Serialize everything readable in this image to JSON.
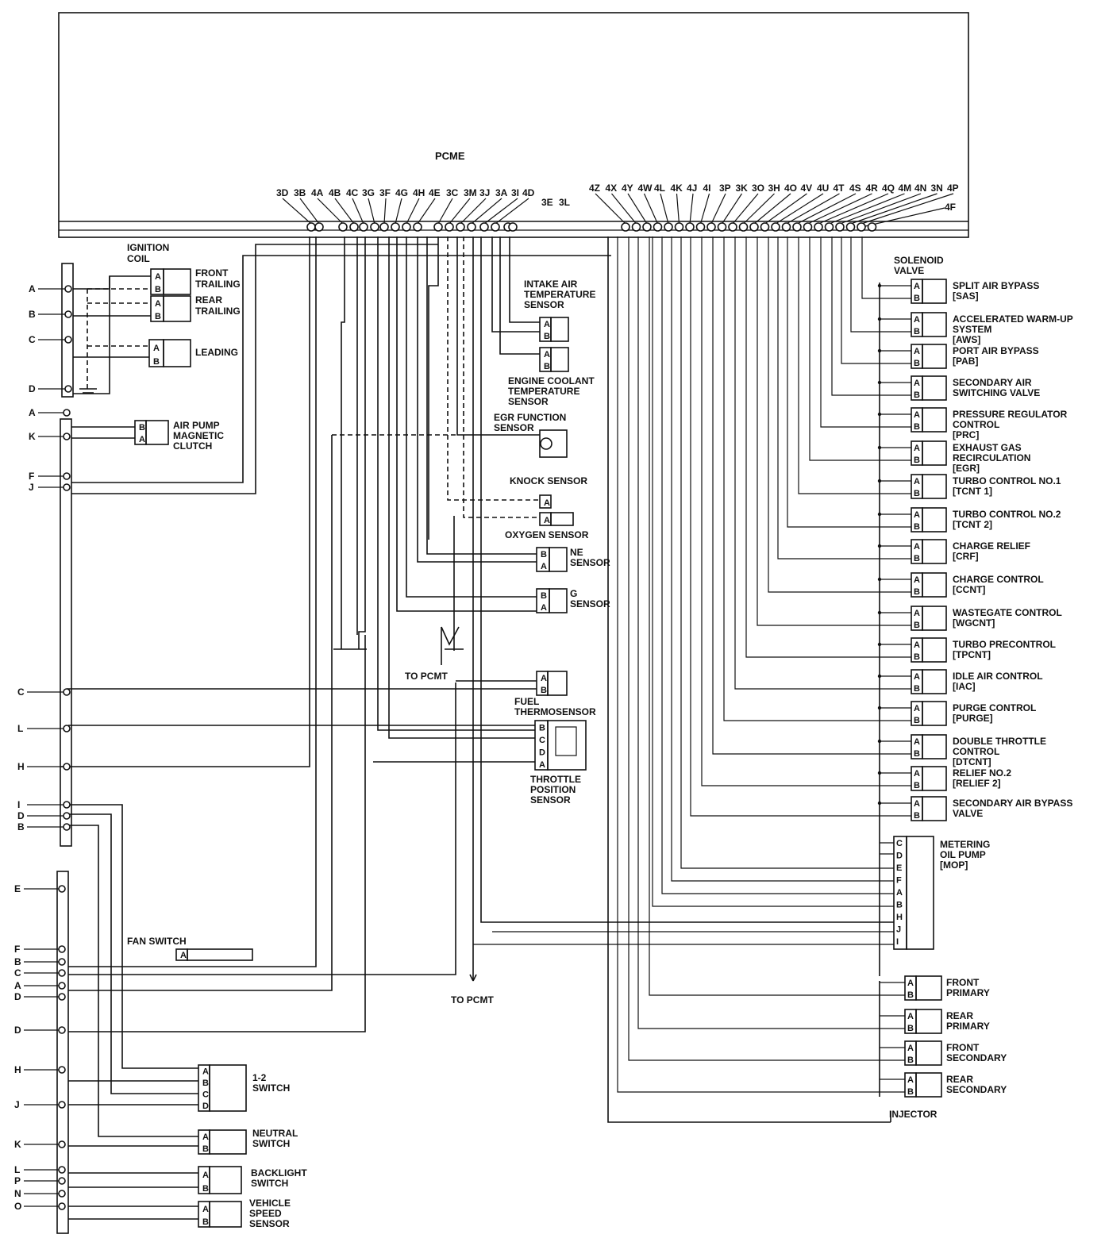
{
  "title": "PCME",
  "pins_left_upper": [
    "3D",
    "3B",
    "4A",
    "4B",
    "4C",
    "3G",
    "3F",
    "4G",
    "4H",
    "4E",
    "3C",
    "3M",
    "3J",
    "3A",
    "3I",
    "4D"
  ],
  "pins_left_lower": [
    "3E",
    "3L"
  ],
  "pins_right_upper": [
    "4Z",
    "4X",
    "4Y",
    "4W",
    "4L",
    "4K",
    "4J",
    "4I",
    "3P",
    "3K",
    "3O",
    "3H",
    "4O",
    "4V",
    "4U",
    "4T",
    "4S",
    "4R",
    "4Q",
    "4M",
    "4N",
    "3N",
    "4P"
  ],
  "pins_right_lower": [
    "4F"
  ],
  "ignition_coil": {
    "title": "IGNITION COIL",
    "front": "FRONT TRAILING",
    "rear": "REAR TRAILING",
    "leading": "LEADING"
  },
  "left_conn1": [
    "A",
    "B",
    "C",
    "D"
  ],
  "left_conn2": [
    "A",
    "K",
    "F",
    "J"
  ],
  "left_conn3": [
    "C",
    "L",
    "H",
    "I",
    "D",
    "B"
  ],
  "left_conn4": [
    "E",
    "F",
    "B",
    "C",
    "A",
    "D",
    "D",
    "H",
    "J",
    "K",
    "L",
    "P",
    "N",
    "O"
  ],
  "air_pump": "AIR PUMP MAGNETIC CLUTCH",
  "fan_switch": "FAN SWITCH",
  "switch_12": "1-2 SWITCH",
  "neutral_switch": "NEUTRAL SWITCH",
  "backlight_switch": "BACKLIGHT SWITCH",
  "vehicle_speed": "VEHICLE SPEED SENSOR",
  "center": {
    "intake_air": "INTAKE AIR TEMPERATURE SENSOR",
    "coolant": "ENGINE COOLANT TEMPERATURE SENSOR",
    "egr_function": "EGR FUNCTION SENSOR",
    "knock": "KNOCK SENSOR",
    "oxygen": "OXYGEN SENSOR",
    "ne": "NE SENSOR",
    "g": "G SENSOR",
    "to_pcmt1": "TO PCMT",
    "fuel_thermo": "FUEL THERMOSENSOR",
    "throttle": "THROTTLE POSITION SENSOR",
    "to_pcmt2": "TO PCMT"
  },
  "solenoid_title": "SOLENOID VALVE",
  "solenoids": [
    {
      "name": "SPLIT AIR BYPASS",
      "code": "[SAS]"
    },
    {
      "name": "ACCELERATED WARM-UP SYSTEM",
      "code": "[AWS]"
    },
    {
      "name": "PORT AIR BYPASS",
      "code": "[PAB]"
    },
    {
      "name": "SECONDARY AIR SWITCHING VALVE",
      "code": ""
    },
    {
      "name": "PRESSURE REGULATOR CONTROL",
      "code": "[PRC]"
    },
    {
      "name": "EXHAUST GAS RECIRCULATION",
      "code": "[EGR]"
    },
    {
      "name": "TURBO CONTROL NO.1",
      "code": "[TCNT 1]"
    },
    {
      "name": "TURBO CONTROL NO.2",
      "code": "[TCNT 2]"
    },
    {
      "name": "CHARGE RELIEF",
      "code": "[CRF]"
    },
    {
      "name": "CHARGE CONTROL",
      "code": "[CCNT]"
    },
    {
      "name": "WASTEGATE CONTROL",
      "code": "[WGCNT]"
    },
    {
      "name": "TURBO PRECONTROL",
      "code": "[TPCNT]"
    },
    {
      "name": "IDLE AIR CONTROL",
      "code": "[IAC]"
    },
    {
      "name": "PURGE CONTROL",
      "code": "[PURGE]"
    },
    {
      "name": "DOUBLE THROTTLE CONTROL",
      "code": "[DTCNT]"
    },
    {
      "name": "RELIEF NO.2",
      "code": "[RELIEF 2]"
    },
    {
      "name": "SECONDARY AIR BYPASS VALVE",
      "code": ""
    }
  ],
  "mop": {
    "name": "METERING OIL PUMP",
    "code": "[MOP]",
    "pins": [
      "C",
      "D",
      "E",
      "F",
      "A",
      "B",
      "H",
      "J",
      "I"
    ]
  },
  "injectors": [
    "FRONT PRIMARY",
    "REAR PRIMARY",
    "FRONT SECONDARY",
    "REAR SECONDARY"
  ],
  "injector_title": "INJECTOR"
}
